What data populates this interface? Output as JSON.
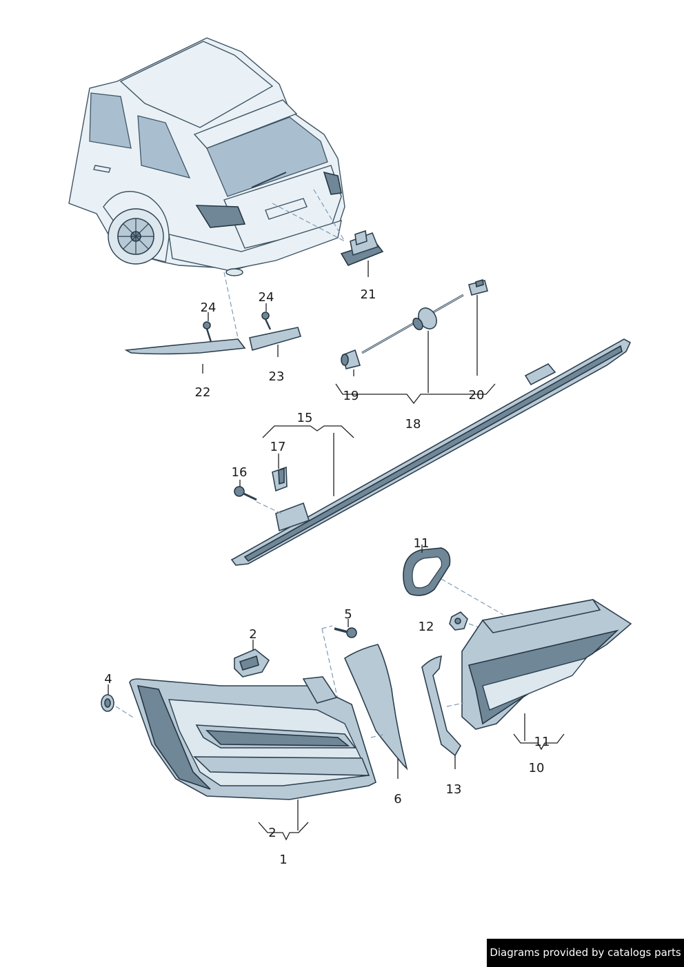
{
  "labels": {
    "l1": "1",
    "l2a": "2",
    "l2b": "2",
    "l4": "4",
    "l5": "5",
    "l6": "6",
    "l10": "10",
    "l11a": "11",
    "l11b": "11",
    "l12": "12",
    "l13": "13",
    "l15": "15",
    "l16": "16",
    "l17": "17",
    "l18": "18",
    "l19": "19",
    "l20": "20",
    "l21": "21",
    "l22": "22",
    "l23": "23",
    "l24a": "24",
    "l24b": "24"
  },
  "credit": "Diagrams provided by catalogs parts",
  "colors": {
    "line": "#1e1e1e",
    "part_fill": "#b8c9d6",
    "part_dark": "#6f8797",
    "glass": "#a9bfcf",
    "dash": "#7e9ab2"
  }
}
